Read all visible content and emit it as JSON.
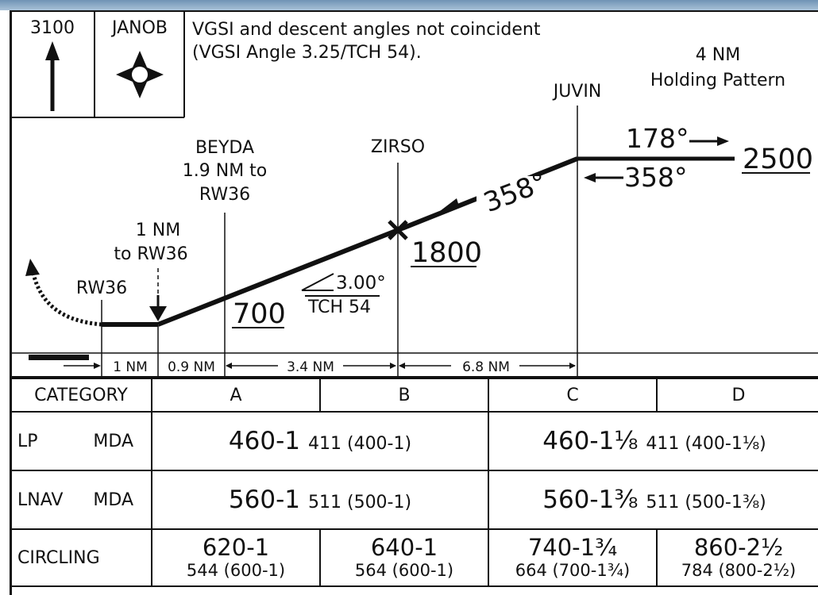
{
  "header": {
    "msa_altitude": "3100",
    "fix_box_name": "JANOB",
    "note_line1": "VGSI and descent angles not coincident",
    "note_line2": "(VGSI Angle 3.25/TCH 54).",
    "icons": [
      "arrow-up-icon",
      "four-point-star-fix-icon"
    ]
  },
  "profile": {
    "holding_label_1": "4 NM",
    "holding_label_2": "Holding Pattern",
    "juvin": "JUVIN",
    "zirso": "ZIRSO",
    "beyda_1": "BEYDA",
    "beyda_2": "1.9 NM to",
    "beyda_3": "RW36",
    "one_nm_1": "1 NM",
    "one_nm_2": "to RW36",
    "rw36": "RW36",
    "outbound_course": "178°",
    "inbound_course_hold": "358°",
    "inbound_course": "358°",
    "hold_altitude": "2500",
    "zirso_altitude": "1800",
    "beyda_altitude": "700",
    "glide_angle": "3.00°",
    "tch": "TCH 54",
    "seg_1": "1 NM",
    "seg_2": "0.9 NM",
    "seg_3": "3.4 NM",
    "seg_4": "6.8 NM"
  },
  "minimums": {
    "headers": [
      "CATEGORY",
      "A",
      "B",
      "C",
      "D"
    ],
    "lp": {
      "label": "LP",
      "type": "MDA",
      "ab_main": "460-1",
      "ab_sub": "411 (400-1)",
      "cd_main": "460-1⅛",
      "cd_sub": "411 (400-1⅛)"
    },
    "lnav": {
      "label": "LNAV",
      "type": "MDA",
      "ab_main": "560-1",
      "ab_sub": "511 (500-1)",
      "cd_main": "560-1⅜",
      "cd_sub": "511 (500-1⅜)"
    },
    "circling": {
      "label": "CIRCLING",
      "a_main": "620-1",
      "a_sub": "544 (600-1)",
      "b_main": "640-1",
      "b_sub": "564 (600-1)",
      "c_main": "740-1¾",
      "c_sub": "664 (700-1¾)",
      "d_main": "860-2½",
      "d_sub": "784 (800-2½)"
    }
  }
}
